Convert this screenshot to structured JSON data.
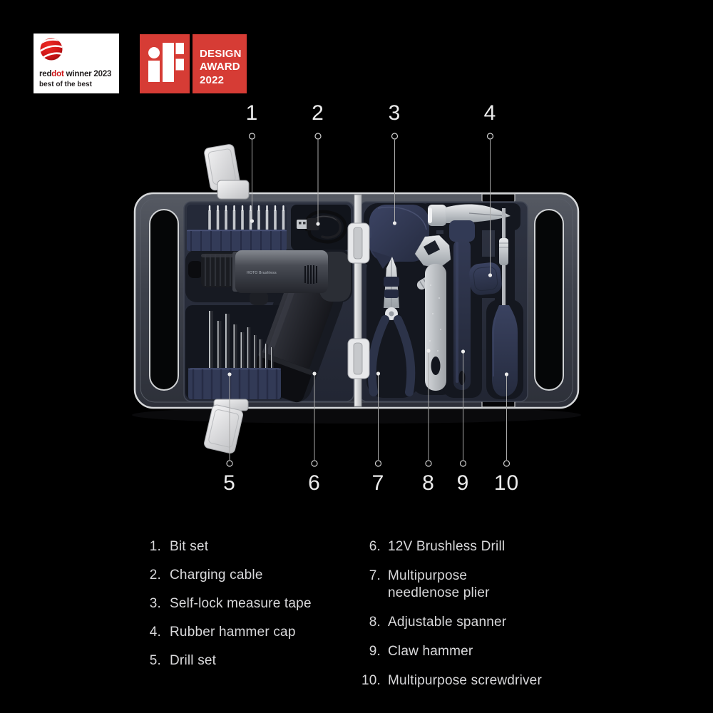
{
  "badges": {
    "reddot": {
      "word_red": "red",
      "word_dot": "dot",
      "line1_rest": " winner 2023",
      "line2": "best of the best"
    },
    "if_award": {
      "line1": "DESIGN",
      "line2": "AWARD",
      "line3": "2022"
    }
  },
  "callouts": {
    "top": [
      {
        "label": "1"
      },
      {
        "label": "2"
      },
      {
        "label": "3"
      },
      {
        "label": "4"
      }
    ],
    "bottom": [
      {
        "label": "5"
      },
      {
        "label": "6"
      },
      {
        "label": "7"
      },
      {
        "label": "8"
      },
      {
        "label": "9"
      },
      {
        "label": "10"
      }
    ]
  },
  "product": {
    "drill_label": "HOTO Brushless"
  },
  "legend": {
    "left": [
      {
        "num": "1.",
        "label": "Bit set"
      },
      {
        "num": "2.",
        "label": "Charging cable"
      },
      {
        "num": "3.",
        "label": "Self-lock measure tape"
      },
      {
        "num": "4.",
        "label": "Rubber hammer cap"
      },
      {
        "num": "5.",
        "label": "Drill set"
      }
    ],
    "right": [
      {
        "num": "6.",
        "label": "12V Brushless Drill"
      },
      {
        "num": "7.",
        "label": "Multipurpose\nneedlenose plier"
      },
      {
        "num": "8.",
        "label": "Adjustable spanner"
      },
      {
        "num": "9.",
        "label": "Claw hammer"
      },
      {
        "num": "10.",
        "label": "Multipurpose screwdriver"
      }
    ]
  },
  "colors": {
    "background": "#000000",
    "if_red": "#d63c35",
    "reddot_red": "#cc1719",
    "case_silver": "#d7d9db",
    "interior_navy": "#272c38",
    "tool_navy": "#2c3349",
    "text_gray": "#d9d9db"
  }
}
